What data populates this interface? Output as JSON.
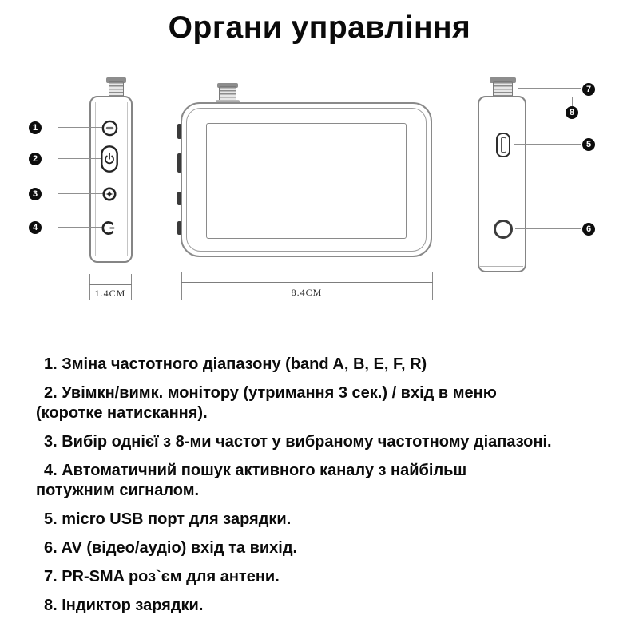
{
  "page": {
    "title": "Органи управління"
  },
  "colors": {
    "background": "#ffffff",
    "ink": "#0b0b0b",
    "drawing_outline": "#858585",
    "callout_bg": "#0d0d0d",
    "callout_text": "#ffffff"
  },
  "diagram": {
    "callouts": [
      "1",
      "2",
      "3",
      "4",
      "5",
      "6",
      "7",
      "8"
    ],
    "dimensions": {
      "side_width": "1.4CM",
      "front_width": "8.4CM"
    },
    "icons": {
      "band-button-icon": "circle-with-horizontal-slot",
      "power-button-icon": "pill-with-power-symbol",
      "channel-button-icon": "circle-with-four-point-star",
      "search-button-icon": "open-c-ring-with-bar",
      "sma-antenna-connector-icon": "threaded-connector",
      "micro-usb-port-icon": "micro-usb-outline",
      "av-jack-icon": "round-jack-ring"
    }
  },
  "legend": {
    "items": [
      "1. Зміна частотного діапазону (band A, B, E, F, R)",
      "2. Увімкн/вимк. монітору (утримання 3 сек.) / вхід в меню\n(коротке натискання).",
      "3. Вибір однієї з 8-ми частот у вибраному частотному діапазоні.",
      "4. Автоматичний пошук активного каналу з найбільш\nпотужним сигналом.",
      "5. micro USB порт для зарядки.",
      "6. AV (відео/аудіо) вхід та вихід.",
      "7. PR-SMA роз`єм для антени.",
      "8. Індиктор зарядки."
    ]
  }
}
